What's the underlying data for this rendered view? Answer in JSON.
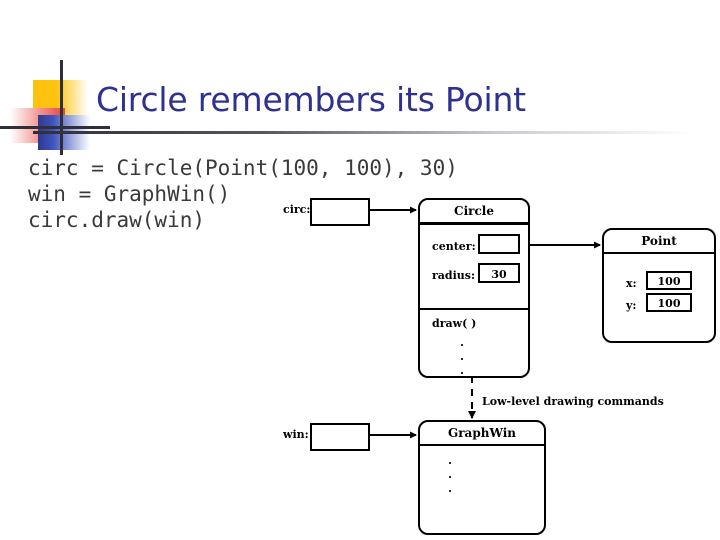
{
  "slide": {
    "title": "Circle remembers its Point",
    "code_lines": [
      "circ = Circle(Point(100, 100), 30)",
      "win = GraphWin()",
      "circ.draw(win)"
    ],
    "code_text": "circ = Circle(Point(100, 100), 30)\nwin = GraphWin()\ncirc.draw(win)"
  },
  "colors": {
    "title": "#2E3192",
    "logo_yellow": "#FFC20E",
    "logo_red": "#E8413C",
    "logo_blue": "#2B3A8F",
    "rule_dark": "#2F2F3A",
    "code_text": "#3A3A3A",
    "diagram_stroke": "#000000",
    "background": "#FFFFFF"
  },
  "diagram": {
    "references": [
      {
        "name": "circ-reference",
        "label": "circ:",
        "value": ""
      },
      {
        "name": "win-reference",
        "label": "win:",
        "value": ""
      }
    ],
    "objects": [
      {
        "name": "circle-object",
        "title": "Circle",
        "attributes": [
          {
            "label": "center:",
            "value": ""
          },
          {
            "label": "radius:",
            "value": "30"
          }
        ],
        "methods": [
          {
            "label": "draw(  )"
          }
        ],
        "continuation": "."
      },
      {
        "name": "point-object",
        "title": "Point",
        "attributes": [
          {
            "label": "x:",
            "value": "100"
          },
          {
            "label": "y:",
            "value": "100"
          }
        ],
        "methods": [],
        "continuation": ""
      },
      {
        "name": "graphwin-object",
        "title": "GraphWin",
        "attributes": [],
        "methods": [],
        "continuation": "."
      }
    ],
    "annotations": [
      {
        "name": "low-level-drawing-commands-label",
        "text": "Low-level drawing commands"
      }
    ]
  }
}
